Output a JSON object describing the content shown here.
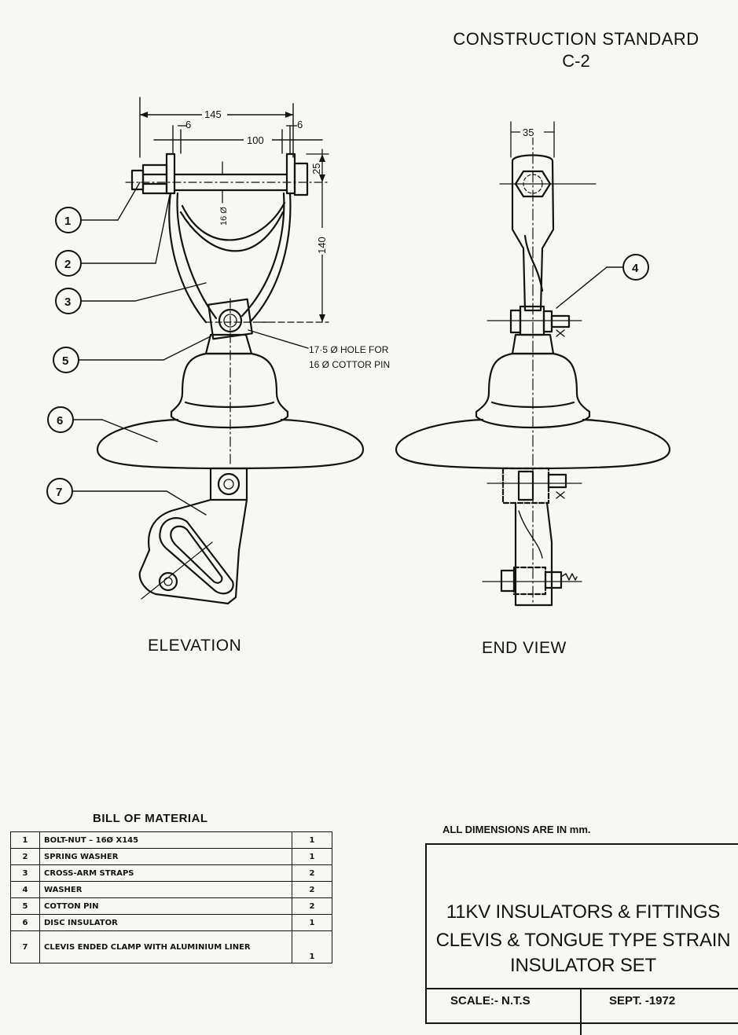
{
  "header": {
    "title": "CONSTRUCTION STANDARD",
    "code": "C-2"
  },
  "views": {
    "elevation": "ELEVATION",
    "end_view": "END VIEW"
  },
  "dimensions": {
    "d145": "145",
    "d100": "100",
    "d6_left": "6",
    "d6_right": "6",
    "d25": "25",
    "d140": "140",
    "d16": "16 Ø",
    "d35": "35"
  },
  "hole_note": {
    "line1": "17·5 Ø HOLE FOR",
    "line2": "16 Ø COTTOR PIN"
  },
  "balloons": [
    "1",
    "2",
    "3",
    "4",
    "5",
    "6",
    "7"
  ],
  "bom": {
    "title": "BILL  OF MATERIAL",
    "rows": [
      {
        "no": "1",
        "desc": "BOLT-NUT – 16Ø X145",
        "qty": "1"
      },
      {
        "no": "2",
        "desc": "SPRING WASHER",
        "qty": "1"
      },
      {
        "no": "3",
        "desc": "CROSS-ARM STRAPS",
        "qty": "2"
      },
      {
        "no": "4",
        "desc": "WASHER",
        "qty": "2"
      },
      {
        "no": "5",
        "desc": "COTTON PIN",
        "qty": "2"
      },
      {
        "no": "6",
        "desc": "DISC INSULATOR",
        "qty": "1"
      },
      {
        "no": "7",
        "desc": "CLEVIS ENDED CLAMP WITH ALUMINIUM LINER",
        "qty": "1"
      }
    ]
  },
  "notes": {
    "dims": "ALL DIMENSIONS ARE IN mm."
  },
  "title_block": {
    "line1": "11KV INSULATORS & FITTINGS",
    "line2": "CLEVIS & TONGUE TYPE STRAIN",
    "line3": "INSULATOR SET",
    "scale": "SCALE:- N.T.S",
    "date": "SEPT. -1972"
  }
}
